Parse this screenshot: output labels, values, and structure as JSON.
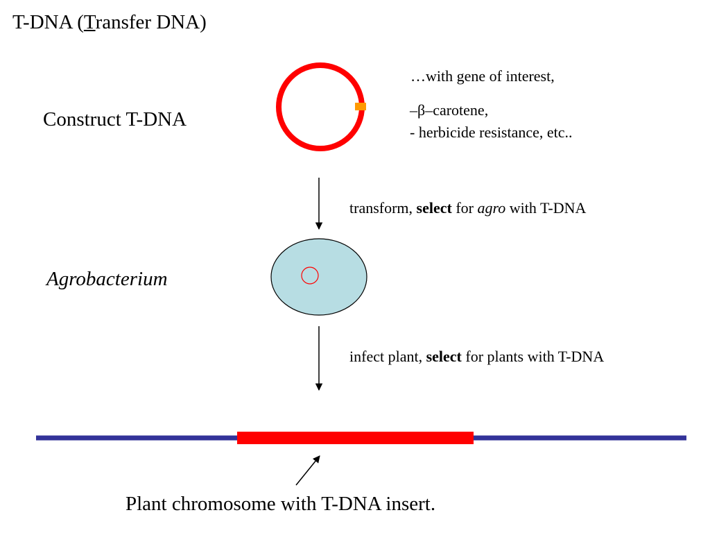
{
  "title": {
    "prefix": "T-DNA (",
    "underlined": "T",
    "suffix": "ransfer DNA)"
  },
  "labels": {
    "construct": "Construct T-DNA",
    "agrobacterium": "Agrobacterium",
    "chromosome_caption": "Plant chromosome with T-DNA insert."
  },
  "gene_notes": {
    "intro": "…with gene of interest,",
    "example_1": "–β–carotene,",
    "example_2": "- herbicide resistance, etc.."
  },
  "steps": [
    {
      "before": "transform, ",
      "bold": "select",
      "middle": " for ",
      "italic": "agro",
      "after": " with T-DNA"
    },
    {
      "before": "infect plant, ",
      "bold": "select",
      "after": " for plants with T-DNA"
    }
  ],
  "colors": {
    "plasmid": "#ff0000",
    "insert_marker": "#ff9900",
    "cell_fill": "#b7dde3",
    "chromosome": "#333399",
    "tdna_insert": "#ff0000",
    "arrow": "#000000"
  }
}
